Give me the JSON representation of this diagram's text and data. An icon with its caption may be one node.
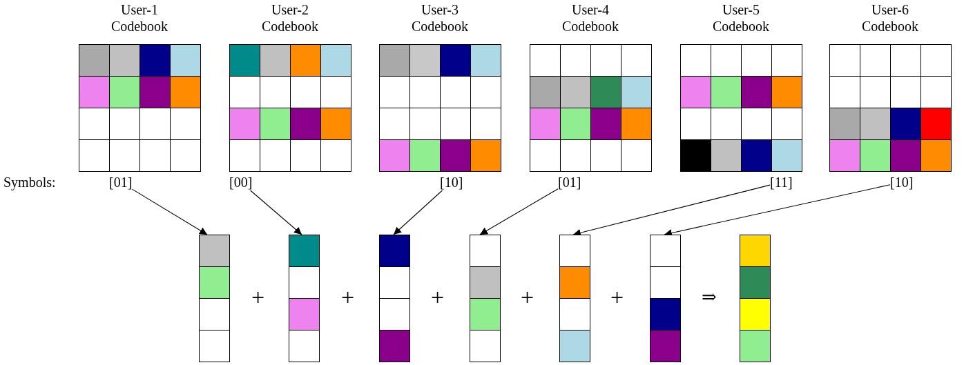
{
  "diagram": {
    "nodes": [
      {
        "text": [
          "User-1 Codebook"
        ]
      },
      {
        "text": [
          "User-2 Codebook"
        ]
      },
      {
        "text": [
          "User-3 Codebook"
        ]
      },
      {
        "text": [
          "User-4 Codebook"
        ]
      },
      {
        "text": [
          "User-5 Codebook"
        ]
      },
      {
        "text": [
          "User-6 Codebook"
        ]
      },
      {
        "text": [
          "[01]"
        ]
      },
      {
        "text": [
          "[00]"
        ]
      },
      {
        "text": [
          "[10]"
        ]
      },
      {
        "text": [
          "[01]"
        ]
      },
      {
        "text": [
          "[11]"
        ]
      },
      {
        "text": [
          "[10]"
        ]
      },
      {
        "text": [],
        "shape": "bar"
      },
      {
        "text": [],
        "shape": "bar"
      },
      {
        "text": [],
        "shape": "bar"
      },
      {
        "text": [],
        "shape": "bar"
      },
      {
        "text": [],
        "shape": "bar"
      },
      {
        "text": [],
        "shape": "bar"
      },
      {
        "text": [],
        "shape": "bar"
      }
    ],
    "edges": [
      {
        "from": 6,
        "to": 12,
        "arrow": "to"
      },
      {
        "from": 7,
        "to": 13,
        "arrow": "to"
      },
      {
        "from": 8,
        "to": 14,
        "arrow": "to"
      },
      {
        "from": 9,
        "to": 15,
        "arrow": "to"
      },
      {
        "from": 10,
        "to": 16,
        "arrow": "to"
      },
      {
        "from": 11,
        "to": 17,
        "arrow": "to"
      }
    ],
    "labels": [
      "Symbols:",
      "+",
      "+",
      "+",
      "+",
      "+",
      "⇒"
    ]
  }
}
